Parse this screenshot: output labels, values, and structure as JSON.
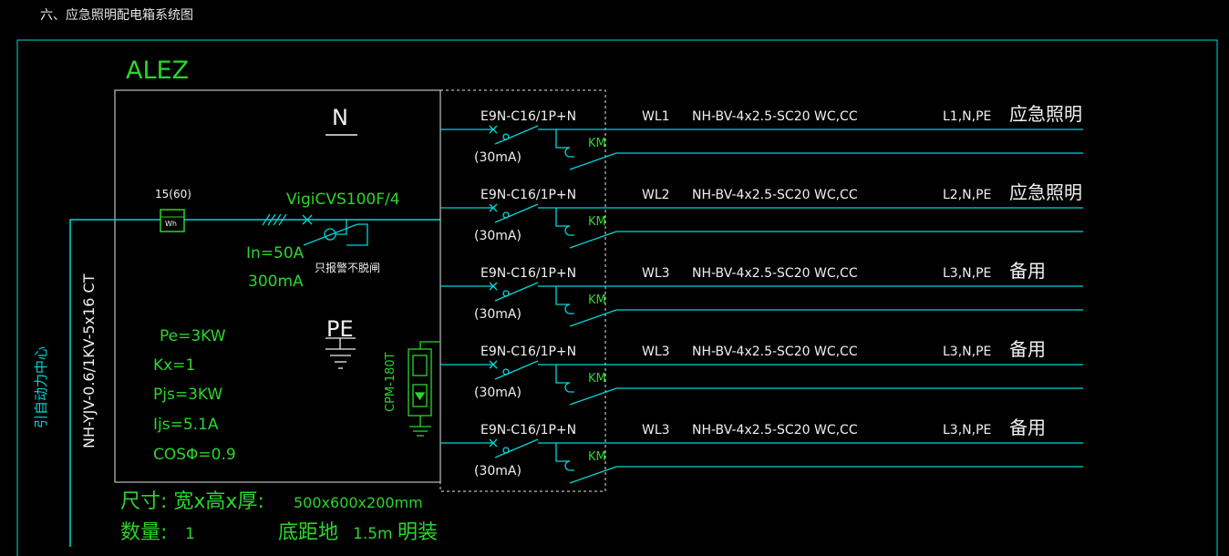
{
  "page_title": "六、应急照明配电箱系统图",
  "panel_name": "ALEZ",
  "neutral_label": "N",
  "pe_label": "PE",
  "meter": {
    "rating": "15(60)",
    "symbol_label": "Wh"
  },
  "main_breaker": {
    "model": "VigiCVS100F/4",
    "in_rating": "In=50A",
    "leak": "300mA",
    "note": "只报警不脱闸"
  },
  "load_params": [
    "Pe=3KW",
    "Kx=1",
    "Pjs=3KW",
    "Ijs=5.1A",
    "COSΦ=0.9"
  ],
  "spd_label": "CPM-180T",
  "incoming_cable": "NH-YJV-0.6/1KV-5x16 CT",
  "incoming_source": "引自动力中心",
  "circuits": [
    {
      "breaker": "E9N-C16/1P+N",
      "leak": "(30mA)",
      "km": "KM",
      "id": "WL1",
      "cable": "NH-BV-4x2.5-SC20  WC,CC",
      "phase": "L1,N,PE",
      "use": "应急照明"
    },
    {
      "breaker": "E9N-C16/1P+N",
      "leak": "(30mA)",
      "km": "KM",
      "id": "WL2",
      "cable": "NH-BV-4x2.5-SC20  WC,CC",
      "phase": "L2,N,PE",
      "use": "应急照明"
    },
    {
      "breaker": "E9N-C16/1P+N",
      "leak": "(30mA)",
      "km": "KM",
      "id": "WL3",
      "cable": "NH-BV-4x2.5-SC20  WC,CC",
      "phase": "L3,N,PE",
      "use": "备用"
    },
    {
      "breaker": "E9N-C16/1P+N",
      "leak": "(30mA)",
      "km": "KM",
      "id": "WL3",
      "cable": "NH-BV-4x2.5-SC20  WC,CC",
      "phase": "L3,N,PE",
      "use": "备用"
    },
    {
      "breaker": "E9N-C16/1P+N",
      "leak": "(30mA)",
      "km": "KM",
      "id": "WL3",
      "cable": "NH-BV-4x2.5-SC20  WC,CC",
      "phase": "L3,N,PE",
      "use": "备用"
    }
  ],
  "footer": {
    "size_label": "尺寸: 宽x高x厚:",
    "size_value": "500x600x200mm",
    "qty_label": "数量:",
    "qty_value": "1",
    "mount_label": "底距地",
    "mount_height": "1.5m",
    "mount_type": "明装"
  },
  "colors": {
    "frame": "#2bd62b",
    "wire": "#00d7d7",
    "text_white": "#f0f0f0",
    "background": "#000000"
  }
}
